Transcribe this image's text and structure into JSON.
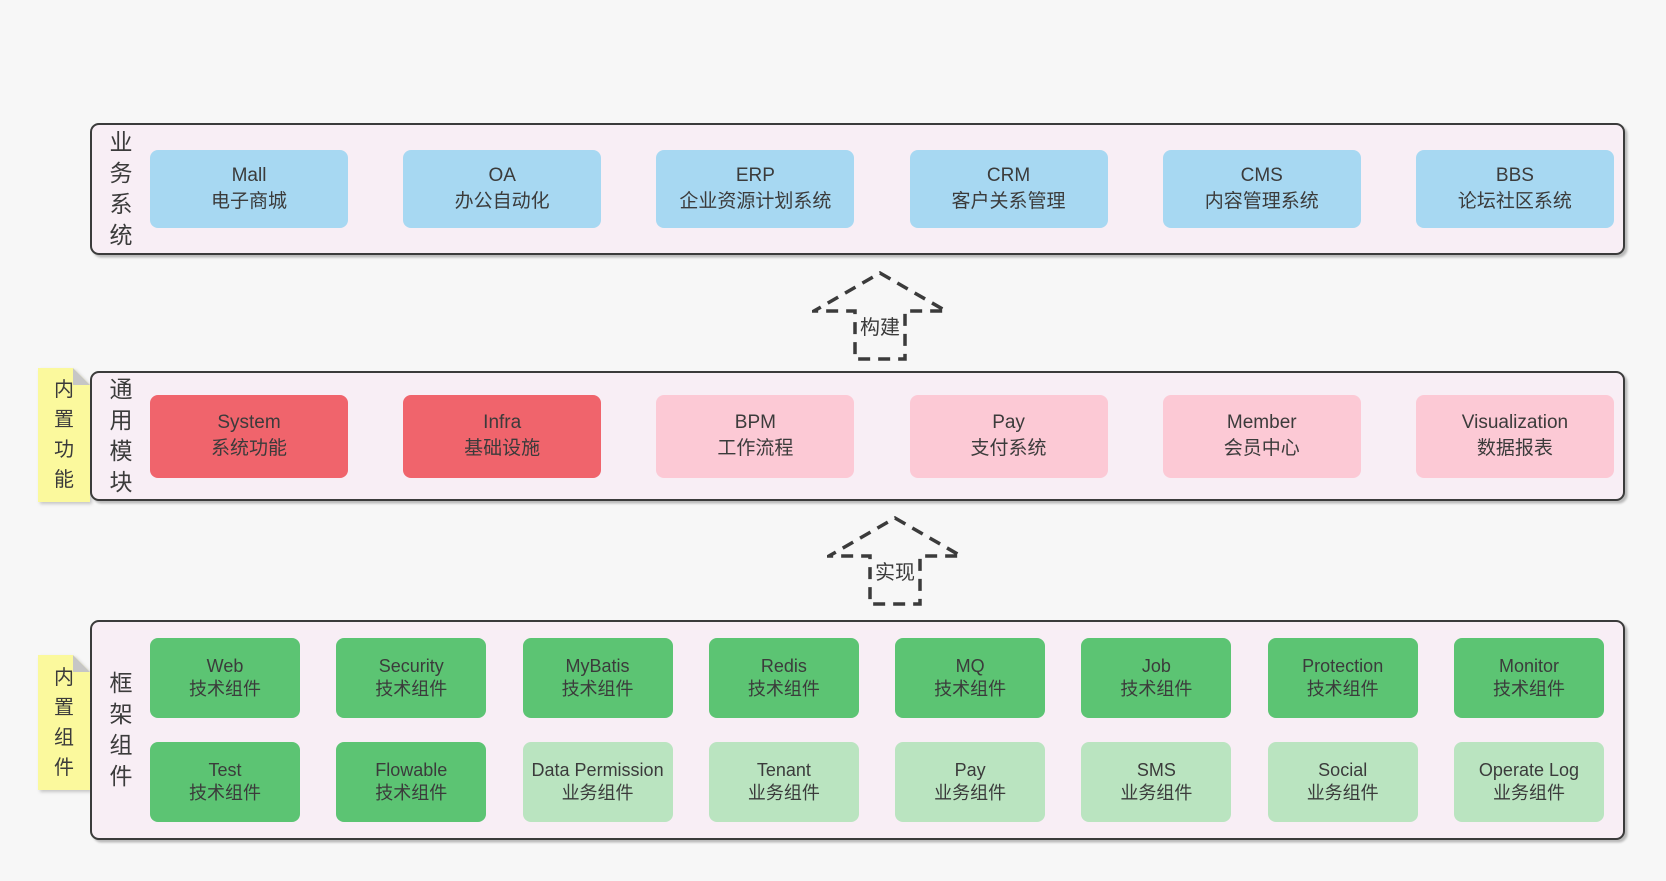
{
  "colors": {
    "page_bg": "#f7f7f7",
    "band_bg": "#f8eef5",
    "band_border": "#3b3b3b",
    "text": "#3b3b3b",
    "box_blue": "#a7d8f2",
    "box_red": "#f0646c",
    "box_pink": "#fcc9d5",
    "box_green": "#5cc473",
    "box_green_light": "#bae4c0",
    "note_yellow": "#fbf99d",
    "note_fold_gray": "#c6c6c6"
  },
  "bands": [
    {
      "label": "业务系统",
      "boxes": [
        {
          "title": "Mall",
          "subtitle": "电子商城"
        },
        {
          "title": "OA",
          "subtitle": "办公自动化"
        },
        {
          "title": "ERP",
          "subtitle": "企业资源计划系统"
        },
        {
          "title": "CRM",
          "subtitle": "客户关系管理"
        },
        {
          "title": "CMS",
          "subtitle": "内容管理系统"
        },
        {
          "title": "BBS",
          "subtitle": "论坛社区系统"
        }
      ]
    },
    {
      "label": "通用模块",
      "note": "内置功能",
      "boxes": [
        {
          "title": "System",
          "subtitle": "系统功能"
        },
        {
          "title": "Infra",
          "subtitle": "基础设施"
        },
        {
          "title": "BPM",
          "subtitle": "工作流程"
        },
        {
          "title": "Pay",
          "subtitle": "支付系统"
        },
        {
          "title": "Member",
          "subtitle": "会员中心"
        },
        {
          "title": "Visualization",
          "subtitle": "数据报表"
        }
      ]
    },
    {
      "label": "框架组件",
      "note": "内置组件",
      "rows": [
        [
          {
            "title": "Web",
            "subtitle": "技术组件"
          },
          {
            "title": "Security",
            "subtitle": "技术组件"
          },
          {
            "title": "MyBatis",
            "subtitle": "技术组件"
          },
          {
            "title": "Redis",
            "subtitle": "技术组件"
          },
          {
            "title": "MQ",
            "subtitle": "技术组件"
          },
          {
            "title": "Job",
            "subtitle": "技术组件"
          },
          {
            "title": "Protection",
            "subtitle": "技术组件"
          },
          {
            "title": "Monitor",
            "subtitle": "技术组件"
          }
        ],
        [
          {
            "title": "Test",
            "subtitle": "技术组件"
          },
          {
            "title": "Flowable",
            "subtitle": "技术组件"
          },
          {
            "title": "Data Permission",
            "subtitle": "业务组件"
          },
          {
            "title": "Tenant",
            "subtitle": "业务组件"
          },
          {
            "title": "Pay",
            "subtitle": "业务组件"
          },
          {
            "title": "SMS",
            "subtitle": "业务组件"
          },
          {
            "title": "Social",
            "subtitle": "业务组件"
          },
          {
            "title": "Operate Log",
            "subtitle": "业务组件"
          }
        ]
      ]
    }
  ],
  "arrows": [
    {
      "label": "构建"
    },
    {
      "label": "实现"
    }
  ]
}
